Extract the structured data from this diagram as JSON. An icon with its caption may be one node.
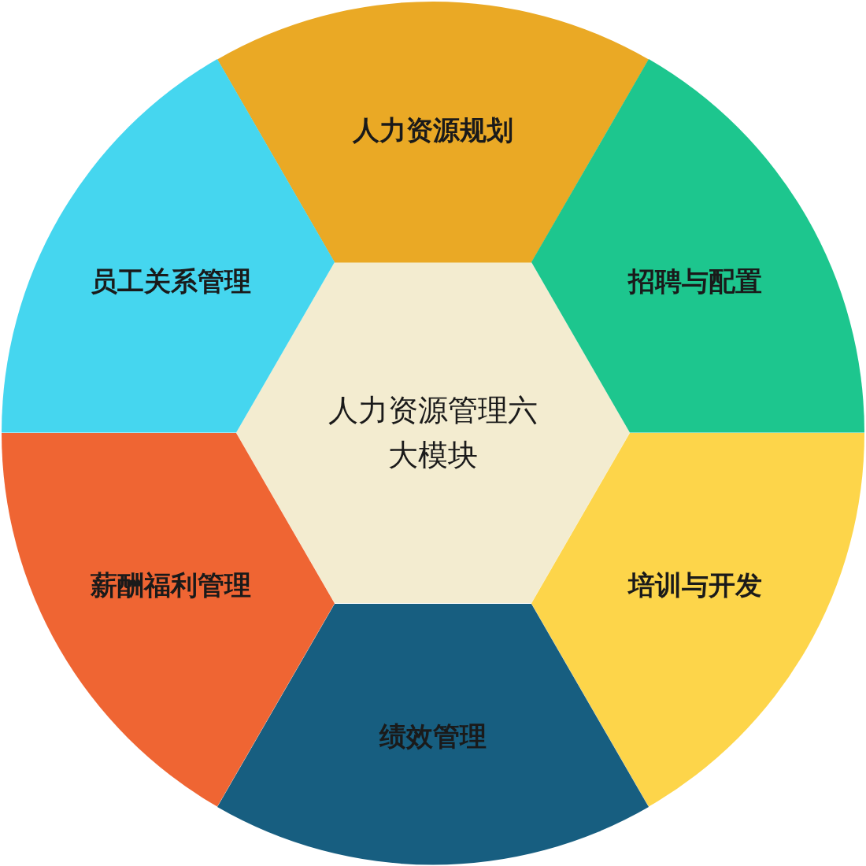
{
  "diagram": {
    "nodes": [
      {
        "text": [
          "人力资源管理六大模块"
        ]
      },
      {
        "text": [
          "人力资源规划"
        ]
      },
      {
        "text": [
          "招聘与配置"
        ]
      },
      {
        "text": [
          "培训与开发"
        ]
      },
      {
        "text": [
          "绩效管理"
        ]
      },
      {
        "text": [
          "薪酬福利管理"
        ]
      },
      {
        "text": [
          "员工关系管理"
        ]
      }
    ]
  }
}
